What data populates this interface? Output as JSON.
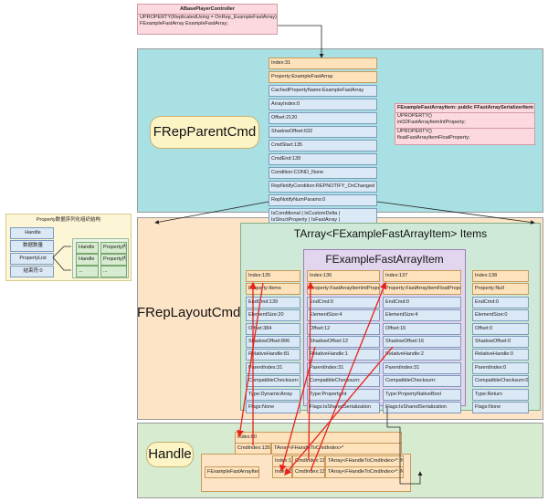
{
  "top_box": {
    "title": "ABasePlayerController",
    "lines": [
      "UPROPERTY(ReplicatedUsing = OnRep_ExampleFastArray)",
      "FExampleFastArray ExampleFastArray;"
    ]
  },
  "regions": {
    "parent": "FRepParentCmd",
    "layout": "FRepLayoutCmd",
    "handle": "Handle"
  },
  "parent_cmd_fields": [
    "Index:31",
    "Property:ExampleFastArray",
    "CachedPropertyName:ExampleFastArray",
    "ArrayIndex:0",
    "Offset:2120",
    "ShadowOffset:632",
    "CmdStart:135",
    "CmdEnd:139",
    "Condition:COND_None",
    "RepNotifyCondition:REPNOTIFY_OnChanged",
    "RepNotifyNumParams:0",
    "IsConditional | IsCustomDelta | IsStructProperty | IsFastArray | HasDynamicArrayProperties"
  ],
  "item_struct": {
    "title": "FExampleFastArrayItem: public FFastArraySerializerItem",
    "sec1": [
      "UPROPERTY()",
      "int32FastArrayItemIntProperty;"
    ],
    "sec2": [
      "UPROPERTY()",
      "floatFastArrayItemFloatProperty;"
    ]
  },
  "legend": {
    "title": "Property数据序列化组织结构",
    "rows": [
      "Handle",
      "数据数量",
      "PropertyList",
      "结束符:0"
    ],
    "grid": [
      [
        "Handle",
        "Property内容"
      ],
      [
        "Handle",
        "Property内容"
      ],
      [
        "...",
        "..."
      ]
    ]
  },
  "tarray_title": "TArray<FExampleFastArrayItem> Items",
  "item_title": "FExampleFastArrayItem",
  "layout_columns": [
    [
      "Index:135",
      "Property:Items",
      "EndCmd:139",
      "ElementSize:20",
      "Offset:384",
      "ShadowOffset:896",
      "RelativeHandle:81",
      "ParentIndex:31",
      "CompatibleChecksum:",
      "Type:DynamicArray",
      "Flags:None"
    ],
    [
      "Index:136",
      "Property:FastArrayItemIntProperty",
      "EndCmd:0",
      "ElementSize:4",
      "Offset:12",
      "ShadowOffset:12",
      "RelativeHandle:1",
      "ParentIndex:31",
      "CompatibleChecksum:",
      "Type:PropertyInt",
      "Flags:IsSharedSerialization"
    ],
    [
      "Index:137",
      "Property:FastArrayItemFloatProperty",
      "EndCmd:0",
      "ElementSize:4",
      "Offset:16",
      "ShadowOffset:16",
      "RelativeHandle:2",
      "ParentIndex:31",
      "CompatibleChecksum:",
      "Type:PropertyNativeBool",
      "Flags:IsSharedSerialization"
    ],
    [
      "Index:138",
      "Property:Null",
      "EndCmd:0",
      "ElementSize:0",
      "Offset:0",
      "ShadowOffset:0",
      "RelativeHandle:0",
      "ParentIndex:0",
      "CompatibleChecksum:0",
      "Type:Return",
      "Flags:None"
    ]
  ],
  "handle_section": {
    "outer": [
      "Index:80",
      "CmdIndex:135",
      "TArray<FHandleToCmdIndex>*"
    ],
    "item_label": "FExampleFastArrayItem",
    "inner_index": [
      "Index:1",
      "Index:2"
    ],
    "inner_cmd": [
      "CmdIndex:136",
      "CmdIndex:137"
    ],
    "inner_ptr": [
      "TArray<FHandleToCmdIndex>*: Null",
      "TArray<FHandleToCmdIndex>*: Null"
    ]
  },
  "colors": {
    "arrow": "#e8211b",
    "line": "#222222"
  }
}
